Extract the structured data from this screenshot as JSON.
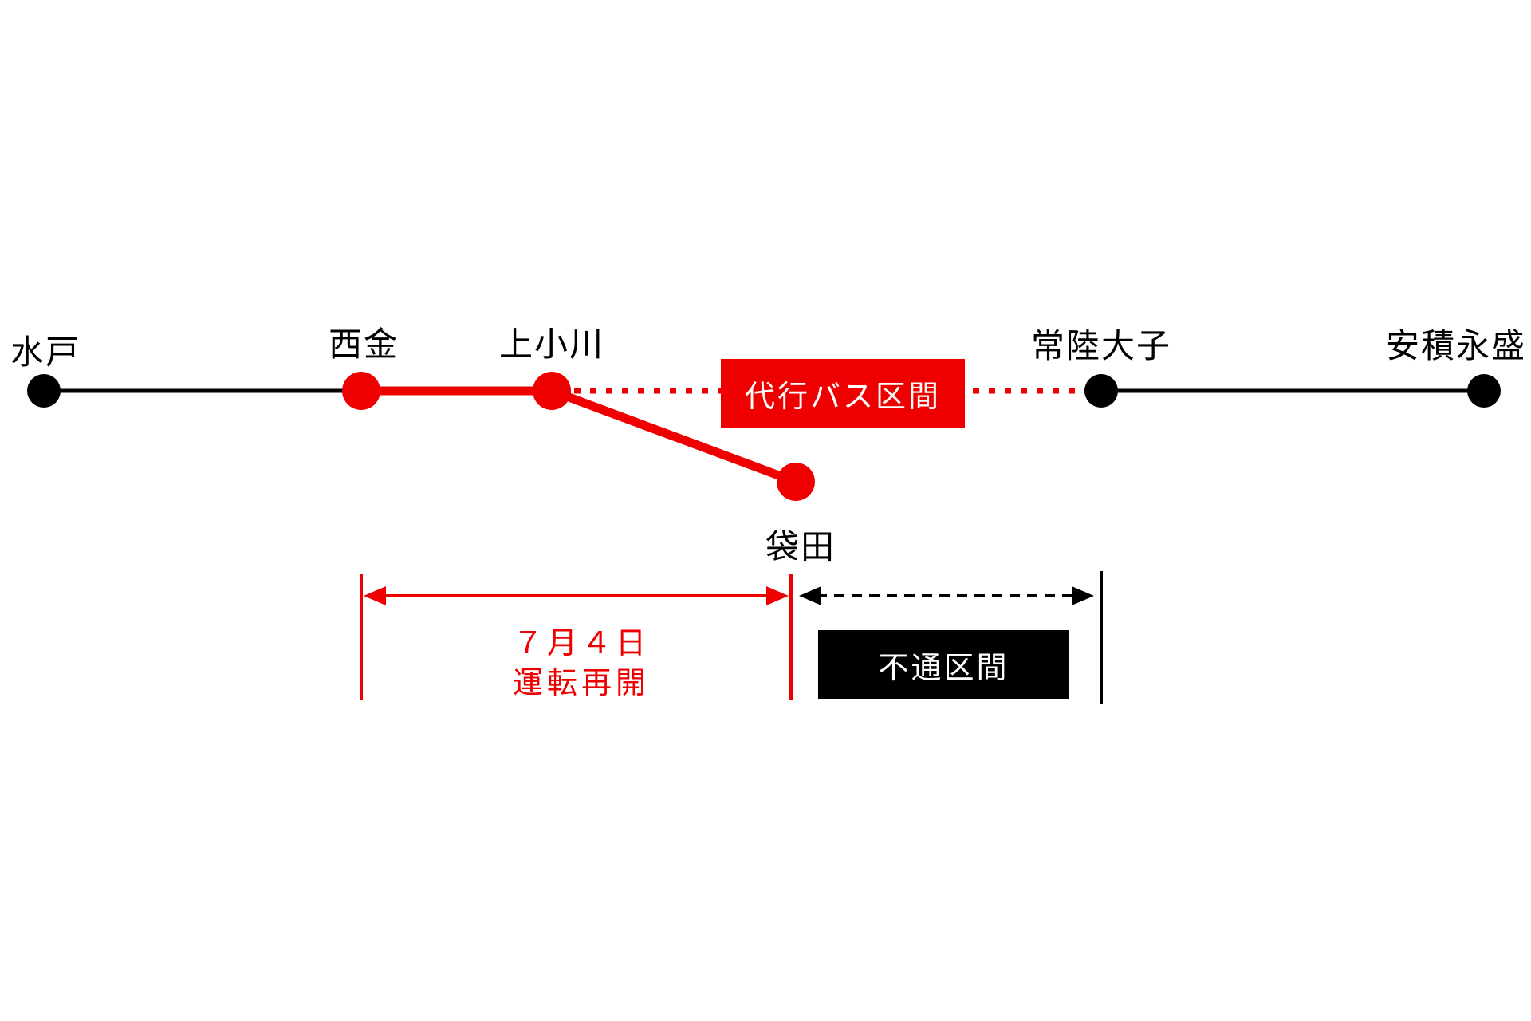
{
  "diagram": {
    "stations": [
      {
        "name": "mito",
        "label": "水戸",
        "marker_color": "black"
      },
      {
        "name": "saigane",
        "label": "西金",
        "marker_color": "red"
      },
      {
        "name": "kamiogawa",
        "label": "上小川",
        "marker_color": "red"
      },
      {
        "name": "hitachi-daigo",
        "label": "常陸大子",
        "marker_color": "black"
      },
      {
        "name": "asaka-nagamori",
        "label": "安積永盛",
        "marker_color": "black"
      },
      {
        "name": "fukuroda",
        "label": "袋田",
        "marker_color": "red"
      }
    ],
    "bus_section_label": "代行バス区間",
    "closed_section_label": "不通区間",
    "resume_note": {
      "line1": "７月４日",
      "line2": "運転再開"
    },
    "colors": {
      "accent_red": "#ee0000",
      "black": "#000000",
      "white": "#ffffff"
    }
  }
}
